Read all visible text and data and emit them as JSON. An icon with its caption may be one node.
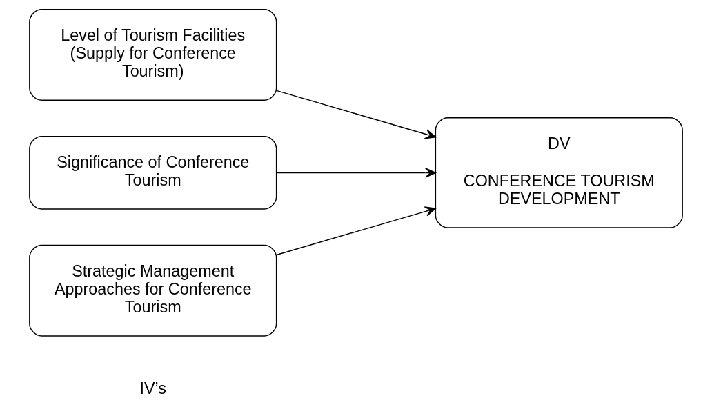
{
  "diagram": {
    "nodes": [
      {
        "text": [
          "Level of Tourism Facilities (Supply for Conference Tourism)"
        ]
      },
      {
        "text": [
          "Significance of Conference Tourism"
        ]
      },
      {
        "text": [
          "Strategic Management Approaches for Conference Tourism"
        ]
      },
      {
        "text": [
          "DV",
          "CONFERENCE TOURISM DEVELOPMENT"
        ]
      }
    ],
    "edges": [
      {
        "from": 0,
        "to": 3,
        "arrow": "to"
      },
      {
        "from": 1,
        "to": 3,
        "arrow": "to"
      },
      {
        "from": 2,
        "to": 3,
        "arrow": "to"
      }
    ],
    "labels": [
      "IV’s"
    ]
  }
}
